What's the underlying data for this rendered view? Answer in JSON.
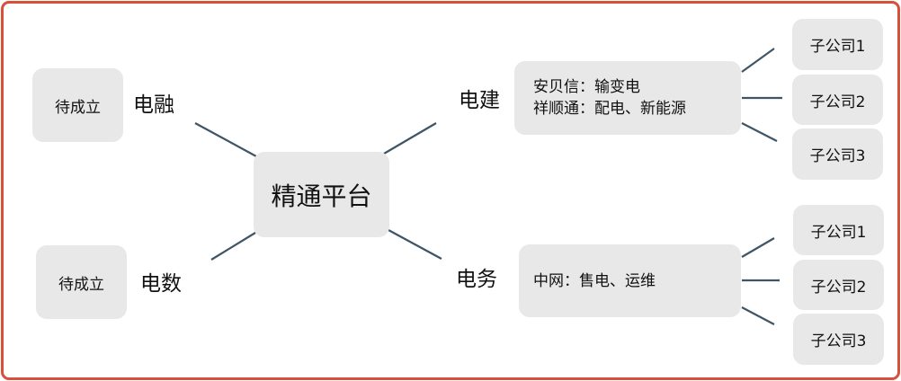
{
  "center": {
    "label": "精通平台"
  },
  "branches": {
    "dianrong": {
      "label": "电融",
      "box": "待成立"
    },
    "dianshu": {
      "label": "电数",
      "box": "待成立"
    },
    "dianjian": {
      "label": "电建",
      "lines": [
        "安贝信：输变电",
        "祥顺通：配电、新能源"
      ],
      "subs": [
        "子公司1",
        "子公司2",
        "子公司3"
      ]
    },
    "dianwu": {
      "label": "电务",
      "lines": [
        "中网：售电、运维"
      ],
      "subs": [
        "子公司1",
        "子公司2",
        "子公司3"
      ]
    }
  },
  "colors": {
    "border": "#d9503a",
    "node": "#e8e8e8",
    "connector": "#3d5566"
  }
}
